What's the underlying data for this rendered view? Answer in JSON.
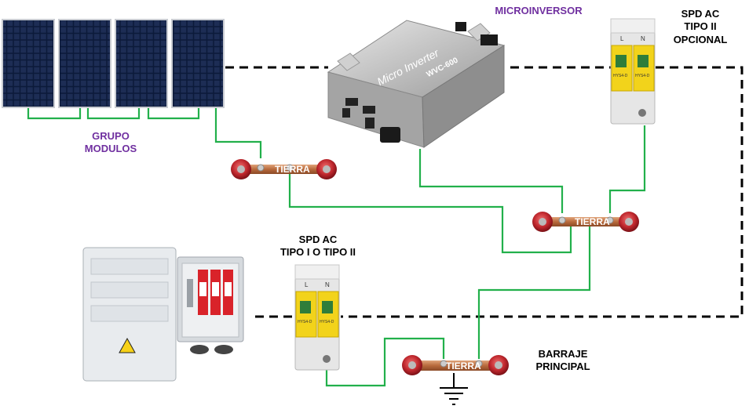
{
  "labels": {
    "grupo_modulos": "GRUPO\nMODULOS",
    "microinversor": "MICROINVERSOR",
    "spd_ac_opcional": "SPD AC\nTIPO II\nOPCIONAL",
    "spd_ac_tipo": "SPD AC\nTIPO I O TIPO II",
    "barraje_principal": "BARRAJE\nPRINCIPAL"
  },
  "bars": {
    "tierra_1": "TIERRA",
    "tierra_2": "TIERRA",
    "tierra_3": "TIERRA"
  },
  "inverter": {
    "brand_text": "Micro Inverter",
    "model_text": "WVC-600"
  },
  "spd_device": {
    "line_l": "L",
    "line_n": "N",
    "model": "HYS4-D"
  },
  "colors": {
    "label_purple": "#7030a0",
    "wire_green": "#22b04b",
    "dashed_line": "#000000",
    "copper_bar": "#c27a4a",
    "insulator_red": "#c0282e",
    "spd_yellow": "#f2d31b"
  }
}
